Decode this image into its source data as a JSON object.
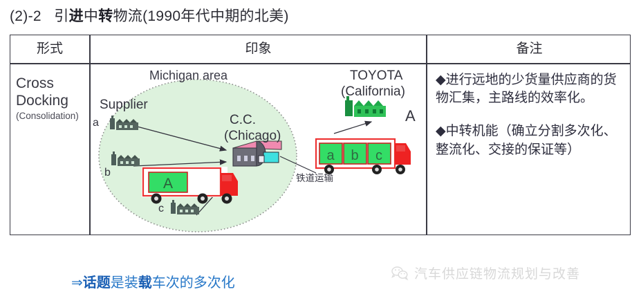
{
  "title": {
    "prefix": "(2)-2",
    "part1": "引",
    "part2": "进",
    "part3": "中",
    "part4": "转",
    "part5": "物流(1990年代中期的北美)",
    "full": "(2)-2　引进中转物流(1990年代中期的北美)"
  },
  "table": {
    "headers": {
      "form": "形式",
      "impression": "印象",
      "remarks": "备注"
    },
    "form_cell": {
      "line1": "Cross",
      "line2": "Docking",
      "sub": "(Consolidation)"
    },
    "remarks": [
      "◆进行远地的少货量供应商的货物汇集，主路线的效率化。",
      "◆中转机能（确立分割多次化、整流化、交接的保证等）"
    ]
  },
  "diagram": {
    "region_label": "Michigan area",
    "supplier_label": "Supplier",
    "supplier_a": "a",
    "supplier_b": "b",
    "supplier_c": "c",
    "cc_line1": "C.C.",
    "cc_line2": "(Chicago)",
    "toyota_line1": "TOYOTA",
    "toyota_line2": "(California)",
    "destination_mark": "A",
    "rail_label": "铁道运输",
    "truck_box_label": "A",
    "rail_boxes": [
      "a",
      "b",
      "c"
    ]
  },
  "caption": {
    "arrow": "⇒",
    "bold1": "话题",
    "mid1": "是装",
    "bold2": "载",
    "mid2": "车次的多次化"
  },
  "watermark": {
    "text": "汽车供应链物流规划与改善"
  },
  "colors": {
    "region_fill": "#ddf2dd",
    "region_border": "#7a7a7a",
    "truck_red": "#ee2222",
    "box_green": "#33dd66",
    "warehouse_roof": "#f08ab0",
    "warehouse_body": "#6e6e78",
    "factory_green": "#1eaa4a",
    "supplier_gray": "#5a6a66",
    "caption_blue": "#2878c8",
    "border": "#3a3a44"
  }
}
